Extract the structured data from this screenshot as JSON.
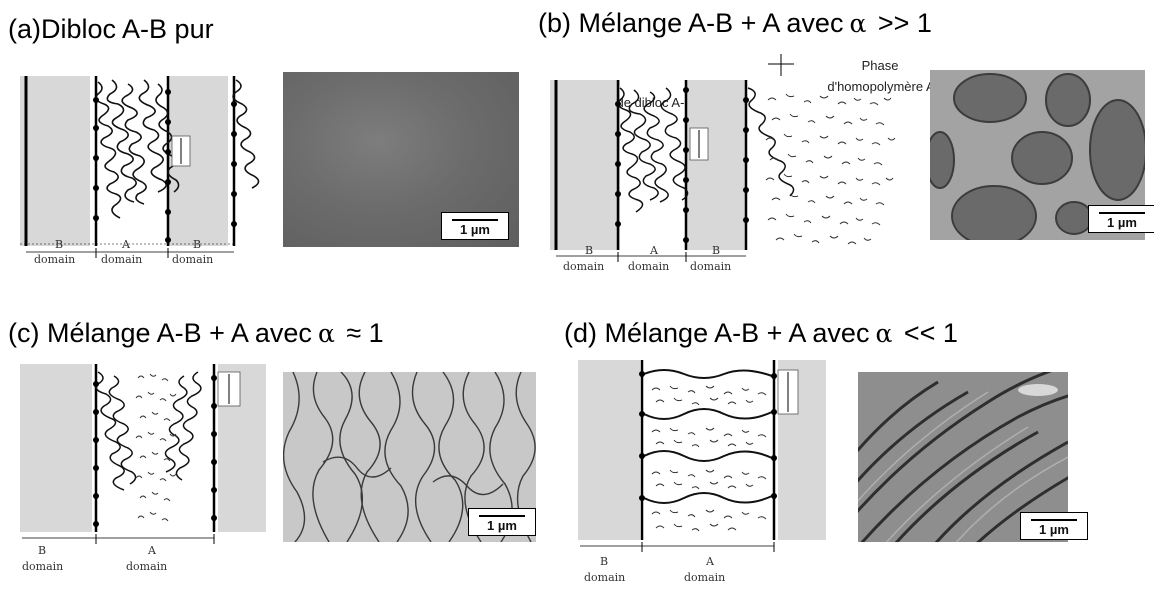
{
  "panels": {
    "a": {
      "prefix": "(a)",
      "text": "Dibloc A-B pur"
    },
    "b": {
      "prefix": "(b)",
      "text": "Mélange A-B + A avec",
      "alpha": "α",
      "relation": ">> 1"
    },
    "c": {
      "prefix": "(c)",
      "text": "Mélange A-B + A avec",
      "alpha": "α",
      "relation": "≈ 1"
    },
    "d": {
      "prefix": "(d)",
      "text": "Mélange A-B + A avec",
      "alpha": "α",
      "relation": "<< 1"
    }
  },
  "scale_label": "1 µm",
  "annotations": {
    "phase_dibloc": "Phase de dibloc A-B",
    "phase_homopolymere_line1": "Phase",
    "phase_homopolymere_line2": "d'homopolymère A"
  },
  "domain_labels": {
    "b": "B",
    "a": "A",
    "domain": "domain"
  }
}
